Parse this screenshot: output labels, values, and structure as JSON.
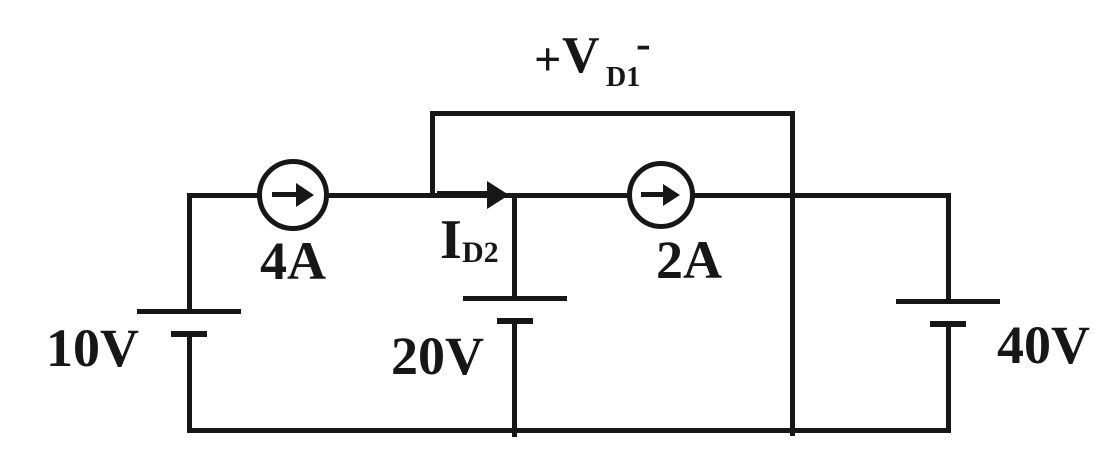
{
  "figure": {
    "type": "circuit-diagram",
    "background": "#ffffff",
    "line_color": "#171717"
  },
  "labels": {
    "top_branch_voltage": {
      "plus": "+",
      "base": "V",
      "sub": "D1",
      "sup_minus": "-"
    },
    "mid_branch_current": {
      "base": "I",
      "sub": "D2"
    },
    "current_source_left": {
      "value": "4A"
    },
    "current_source_right": {
      "value": "2A"
    },
    "voltage_source_left": {
      "value": "10V"
    },
    "voltage_source_mid": {
      "value": "20V"
    },
    "voltage_source_right": {
      "value": "40V"
    }
  }
}
